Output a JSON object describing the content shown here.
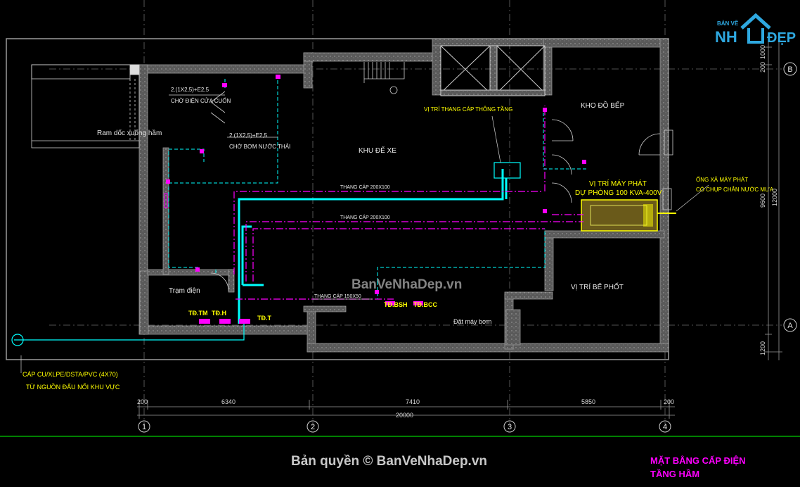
{
  "logo": {
    "top": "BẢN VẼ",
    "left": "NH",
    "right": "ĐẸP"
  },
  "watermark": "BanVeNhaDep.vn",
  "footer": {
    "copyright": "Bản quyền © BanVeNhaDep.vn"
  },
  "title_block": {
    "line1": "MẶT BẰNG CẤP ĐIỆN",
    "line2": "TẦNG HẦM"
  },
  "rooms": {
    "ramp": "Ram dốc xuống hầm",
    "parking": "KHU ĐỂ XE",
    "kitchen_store": "KHO ĐỒ BẾP",
    "generator_1": "VỊ TRÍ MÁY PHÁT",
    "generator_2": "DỰ PHÒNG 100 KVA-400V",
    "septic": "VỊ TRÍ BỂ PHỐT",
    "substation": "Trạm điện",
    "pump": "Đặt máy bơm",
    "exhaust_1": "ỐNG XẢ MÁY PHÁT",
    "exhaust_2": "CÓ CHỤP CHẮN NƯỚC MƯA",
    "riser": "VỊ TRÍ THANG CÁP THÔNG TẦNG"
  },
  "annotations": {
    "cable1": "2.(1X2,5)+E2,5",
    "cable1_desc": "CHỜ ĐIỆN CỬA CUỐN",
    "cable2": "2.(1X2,5)+E2,5",
    "cable2_desc": "CHỜ BƠM NƯỚC THẢI",
    "tray1": "THANG CÁP 200X100",
    "tray2": "THANG CÁP 200X100",
    "tray3": "THANG CÁP 150X50",
    "supply_cable": "CÁP CU/XLPE/DSTA/PVC (4X70)",
    "supply_desc": "TỪ NGUỒN ĐẤU NỐI KHU VỰC"
  },
  "panels": {
    "tm": "TĐ.TM",
    "h": "TĐ.H",
    "t": "TĐ.T",
    "bsh": "TĐ.BSH",
    "bcc": "TĐ.BCC"
  },
  "dimensions": {
    "bottom": [
      "200",
      "6340",
      "7410",
      "5850",
      "200"
    ],
    "total": "20000",
    "right": [
      "200",
      "1000",
      "12000",
      "9600",
      "1200"
    ]
  },
  "grid_x": [
    "1",
    "2",
    "3",
    "4"
  ],
  "grid_y": [
    "B",
    "A"
  ],
  "colors": {
    "wall": "#808080",
    "cyan": "#00ffff",
    "magenta": "#ff00ff",
    "yellow": "#ffff00",
    "green": "#00cc00"
  }
}
